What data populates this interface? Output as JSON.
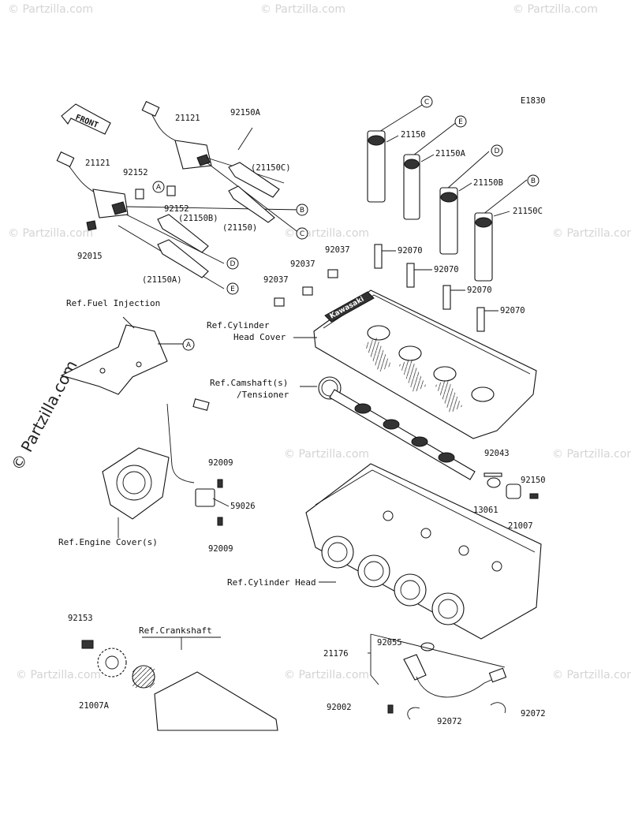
{
  "figure_code": "E1830",
  "front_label": "FRONT",
  "watermark_small": "© Partzilla.com",
  "watermark_main": "© Partzilla.com",
  "logo_text": "Kawasaki",
  "part_labels": {
    "p21121_a": "21121",
    "p21121_b": "21121",
    "p92150A": "92150A",
    "p92152_a": "92152",
    "p92152_b": "92152",
    "p21150C_paren": "(21150C)",
    "p21150B_paren": "(21150B)",
    "p21150_paren": "(21150)",
    "p21150A_paren": "(21150A)",
    "p92015": "92015",
    "p21150": "21150",
    "p21150A": "21150A",
    "p21150B": "21150B",
    "p21150C": "21150C",
    "p92070_a": "92070",
    "p92070_b": "92070",
    "p92070_c": "92070",
    "p92070_d": "92070",
    "p92037_a": "92037",
    "p92037_b": "92037",
    "p92037_c": "92037",
    "p92009_a": "92009",
    "p92009_b": "92009",
    "p59026": "59026",
    "p92043": "92043",
    "p92150": "92150",
    "p13061": "13061",
    "p21007": "21007",
    "p92153": "92153",
    "p21007A": "21007A",
    "p21176": "21176",
    "p92055": "92055",
    "p92002": "92002",
    "p92072_a": "92072",
    "p92072_b": "92072"
  },
  "ref_labels": {
    "fuel_injection": "Ref.Fuel Injection",
    "cyl_head_cover_1": "Ref.Cylinder",
    "cyl_head_cover_2": "Head Cover",
    "camshaft_1": "Ref.Camshaft(s)",
    "camshaft_2": "/Tensioner",
    "engine_cover": "Ref.Engine Cover(s)",
    "cylinder_head": "Ref.Cylinder Head",
    "crankshaft": "Ref.Crankshaft"
  },
  "callout_letters": {
    "A1": "A",
    "A2": "A",
    "B1": "B",
    "B2": "B",
    "C1": "C",
    "C2": "C",
    "D1": "D",
    "D2": "D",
    "E1": "E",
    "E2": "E"
  }
}
